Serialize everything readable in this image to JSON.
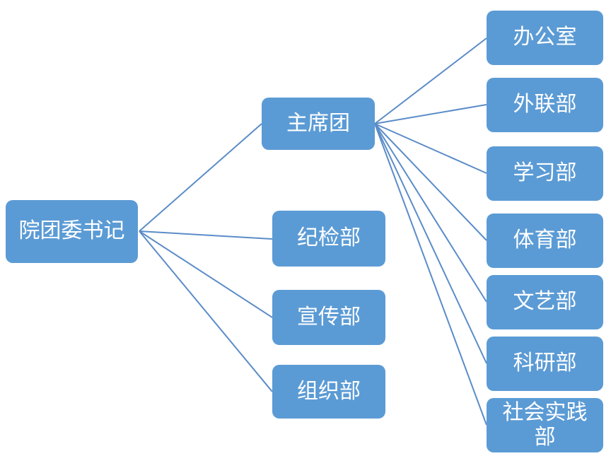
{
  "diagram": {
    "type": "org-chart",
    "root": {
      "label": "院团委书记"
    },
    "branches": [
      {
        "label": "主席团",
        "children": [
          "办公室",
          "外联部",
          "学习部",
          "体育部",
          "文艺部",
          "科研部",
          "社会实践部"
        ]
      },
      {
        "label": "纪检部",
        "children": []
      },
      {
        "label": "宣传部",
        "children": []
      },
      {
        "label": "组织部",
        "children": []
      }
    ],
    "colors": {
      "node_fill": "#5b9bd5",
      "node_text": "#ffffff",
      "connector": "#5b8cc8",
      "background": "#ffffff"
    }
  }
}
